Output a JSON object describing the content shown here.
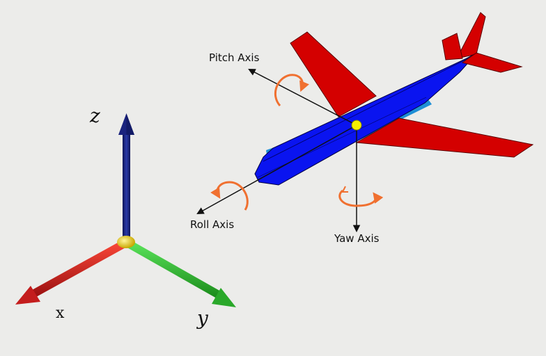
{
  "coordinate_frame": {
    "z_label": "z",
    "x_label": "x",
    "y_label": "y",
    "colors": {
      "z_axis": "#1a237e",
      "x_axis": "#d32f2f",
      "y_axis": "#2eb82e",
      "origin": "#e6c700"
    }
  },
  "aircraft": {
    "pitch_label": "Pitch Axis",
    "roll_label": "Roll Axis",
    "yaw_label": "Yaw Axis",
    "colors": {
      "fuselage": "#0a14f0",
      "wings": "#d40000",
      "underside": "#1e8fd6",
      "rotation_arrow": "#f07030",
      "center": "#f5f000"
    }
  }
}
